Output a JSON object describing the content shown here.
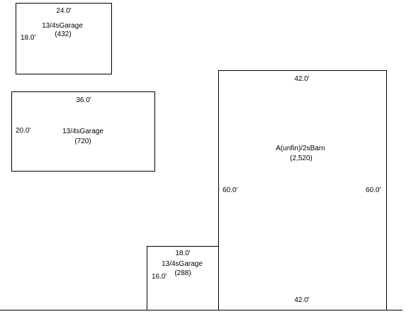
{
  "structures": {
    "garage_a": {
      "top_dim": "24.0'",
      "side_dim": "18.0'",
      "name": "13/4sGarage",
      "area": "(432)"
    },
    "garage_b": {
      "top_dim": "36.0'",
      "side_dim": "20.0'",
      "name": "13/4sGarage",
      "area": "(720)"
    },
    "barn": {
      "top_dim": "42.0'",
      "bottom_dim": "42.0'",
      "left_dim": "60.0'",
      "right_dim": "60.0'",
      "name": "A(unfin)/2sBarn",
      "area": "(2,520)"
    },
    "garage_c": {
      "top_dim": "18.0'",
      "side_dim": "16.0'",
      "name": "13/4sGarage",
      "area": "(288)"
    }
  }
}
